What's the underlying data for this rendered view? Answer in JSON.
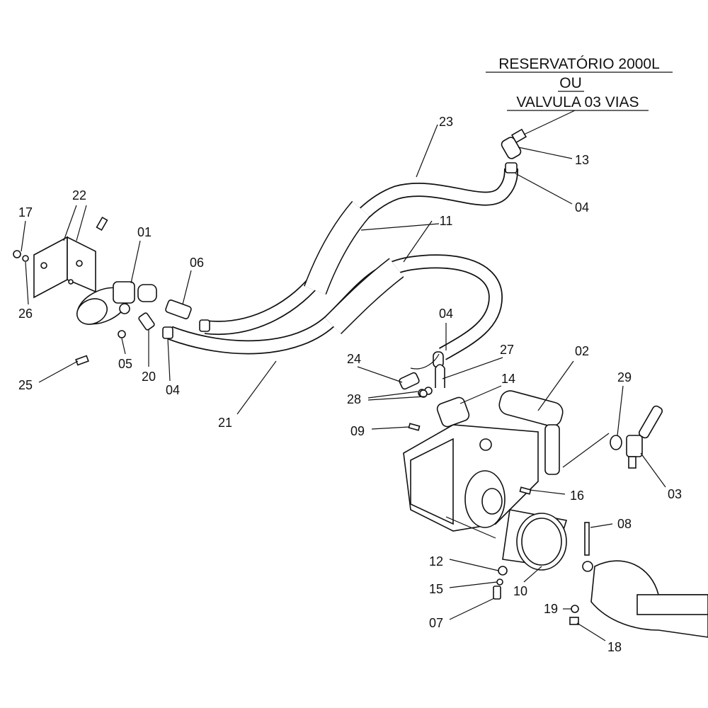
{
  "title": {
    "line1": "RESERVATÓRIO 2000L",
    "line2": "OU",
    "line3": "VALVULA 03 VIAS"
  },
  "labels": {
    "p23": "23",
    "p13": "13",
    "p04a": "04",
    "p11": "11",
    "p22": "22",
    "p17": "17",
    "p01": "01",
    "p06": "06",
    "p26": "26",
    "p04b": "04",
    "p27": "27",
    "p02": "02",
    "p24": "24",
    "p05": "05",
    "p20": "20",
    "p04c": "04",
    "p14": "14",
    "p29": "29",
    "p28": "28",
    "p25": "25",
    "p21": "21",
    "p09": "09",
    "p16": "16",
    "p03": "03",
    "p08": "08",
    "p12": "12",
    "p15": "15",
    "p10": "10",
    "p07": "07",
    "p19": "19",
    "p18": "18"
  }
}
